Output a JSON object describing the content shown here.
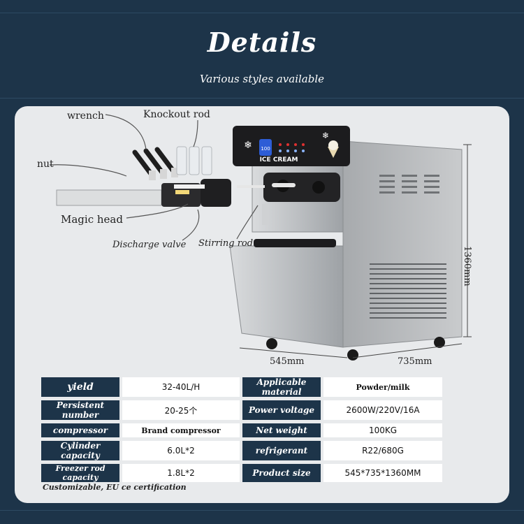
{
  "header": {
    "title": "Details",
    "subtitle": "Various styles available"
  },
  "callouts": {
    "wrench": "wrench",
    "knockout_rod": "Knockout rod",
    "nut": "nut",
    "magic_head": "Magic head",
    "discharge_valve": "Discharge valve",
    "stirring_rod": "Stirring rod"
  },
  "machine": {
    "brand_label": "ICE CREAM",
    "display_readout": "100"
  },
  "dimensions": {
    "height": "1360mm",
    "depth": "545mm",
    "width": "735mm"
  },
  "specs": {
    "rows": [
      {
        "l1": "yield",
        "v1": "32-40L/H",
        "l2": "Applicable material",
        "v2": "Powder/milk"
      },
      {
        "l1": "Persistent number",
        "v1": "20-25个",
        "l2": "Power voltage",
        "v2": "2600W/220V/16A"
      },
      {
        "l1": "compressor",
        "v1": "Brand compressor",
        "l2": "Net weight",
        "v2": "100KG"
      },
      {
        "l1": "Cylinder capacity",
        "v1": "6.0L*2",
        "l2": "refrigerant",
        "v2": "R22/680G"
      },
      {
        "l1": "Freezer rod capacity",
        "v1": "1.8L*2",
        "l2": "Product size",
        "v2": "545*735*1360MM"
      }
    ]
  },
  "footnote": "Customizable, EU ce certification",
  "colors": {
    "background": "#1d3449",
    "card": "#e8eaec",
    "label_cell": "#1d3449",
    "steel": "#b9bcbf"
  }
}
